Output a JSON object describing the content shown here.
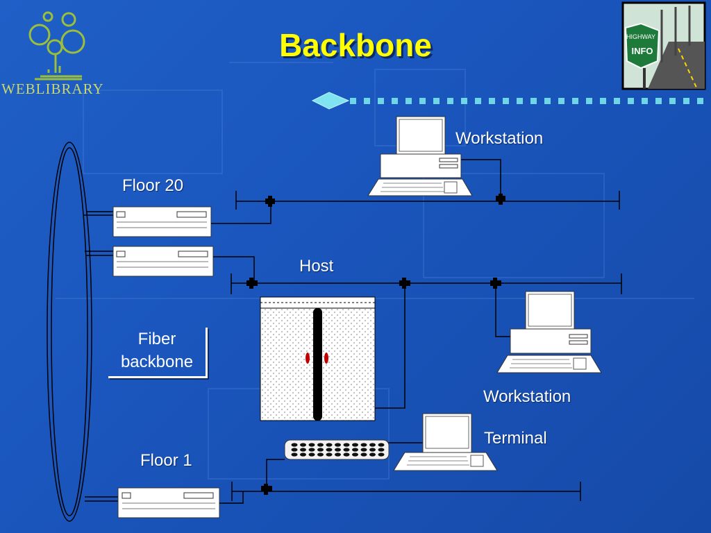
{
  "slide": {
    "title": "Backbone",
    "logo_text": "WEBLIBRARY",
    "corner_image_sign_text": "INFO",
    "corner_image_sign_top": "HIGHWAY"
  },
  "labels": {
    "workstation_top": "Workstation",
    "floor_20": "Floor 20",
    "host": "Host",
    "fiber_backbone_line1": "Fiber",
    "fiber_backbone_line2": "backbone",
    "workstation_right": "Workstation",
    "terminal": "Terminal",
    "floor_1": "Floor 1"
  },
  "colors": {
    "background": "#1a56bd",
    "title": "#ffff00",
    "diamond": "#7fe3f0",
    "dots": "#6fd6e8",
    "logo": "#9bbf3a"
  }
}
